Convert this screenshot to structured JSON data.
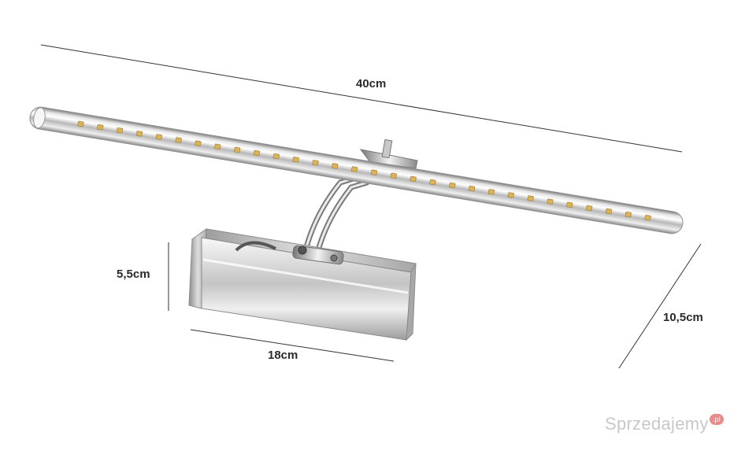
{
  "dimensions": {
    "length": "40cm",
    "base_height": "5,5cm",
    "base_width": "18cm",
    "depth": "10,5cm"
  },
  "watermark": {
    "text": "Sprzedajemy",
    "tld": ".pl"
  },
  "colors": {
    "chrome_dark": "#8a8a8a",
    "chrome_light": "#f4f4f4",
    "led": "#d9b25a",
    "dimension_line": "#333333"
  }
}
